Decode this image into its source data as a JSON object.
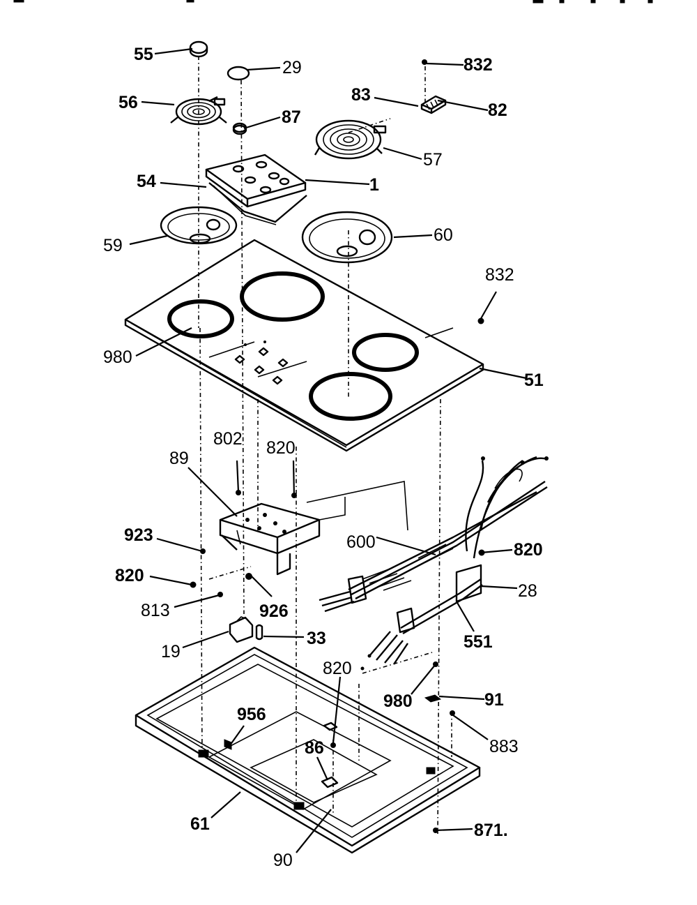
{
  "diagram": {
    "labels": [
      {
        "id": "55",
        "text": "55"
      },
      {
        "id": "29",
        "text": "29"
      },
      {
        "id": "832a",
        "text": "832"
      },
      {
        "id": "56",
        "text": "56"
      },
      {
        "id": "83",
        "text": "83"
      },
      {
        "id": "82",
        "text": "82"
      },
      {
        "id": "87",
        "text": "87"
      },
      {
        "id": "57",
        "text": "57"
      },
      {
        "id": "54",
        "text": "54"
      },
      {
        "id": "1",
        "text": "1"
      },
      {
        "id": "59",
        "text": "59"
      },
      {
        "id": "60",
        "text": "60"
      },
      {
        "id": "832b",
        "text": "832"
      },
      {
        "id": "980a",
        "text": "980"
      },
      {
        "id": "51",
        "text": "51"
      },
      {
        "id": "802",
        "text": "802"
      },
      {
        "id": "820a",
        "text": "820"
      },
      {
        "id": "89",
        "text": "89"
      },
      {
        "id": "923",
        "text": "923"
      },
      {
        "id": "600",
        "text": "600"
      },
      {
        "id": "820b",
        "text": "820"
      },
      {
        "id": "820c",
        "text": "820"
      },
      {
        "id": "28",
        "text": "28"
      },
      {
        "id": "813",
        "text": "813"
      },
      {
        "id": "926",
        "text": "926"
      },
      {
        "id": "19",
        "text": "19"
      },
      {
        "id": "33",
        "text": "33"
      },
      {
        "id": "551",
        "text": "551"
      },
      {
        "id": "820d",
        "text": "820"
      },
      {
        "id": "980b",
        "text": "980"
      },
      {
        "id": "91",
        "text": "91"
      },
      {
        "id": "956",
        "text": "956"
      },
      {
        "id": "86",
        "text": "86"
      },
      {
        "id": "883",
        "text": "883"
      },
      {
        "id": "61",
        "text": "61"
      },
      {
        "id": "871",
        "text": "871."
      },
      {
        "id": "90",
        "text": "90"
      }
    ]
  }
}
